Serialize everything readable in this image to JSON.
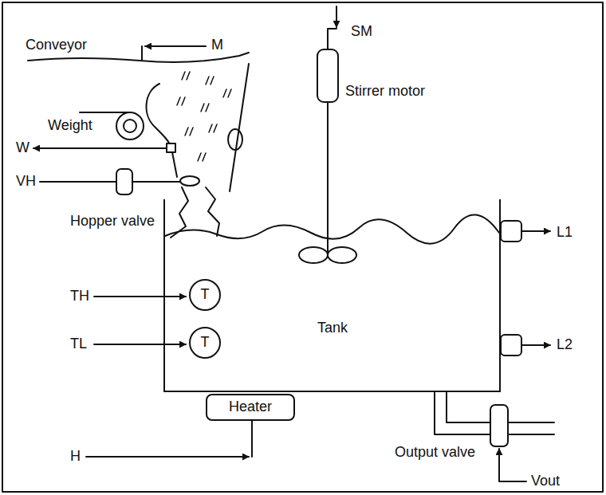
{
  "diagram": {
    "nodes": [
      {
        "text": [
          "Tank"
        ]
      },
      {
        "text": [
          "T"
        ],
        "in": 0
      },
      {
        "text": [
          "T"
        ],
        "in": 0
      },
      {
        "text": [
          "Heater"
        ]
      }
    ],
    "labels": [
      "Conveyor",
      "M",
      "SM",
      "Stirrer motor",
      "Weight",
      "W",
      "VH",
      "Hopper valve",
      "L1",
      "TH",
      "TL",
      "L2",
      "H",
      "Output valve",
      "Vout"
    ]
  }
}
